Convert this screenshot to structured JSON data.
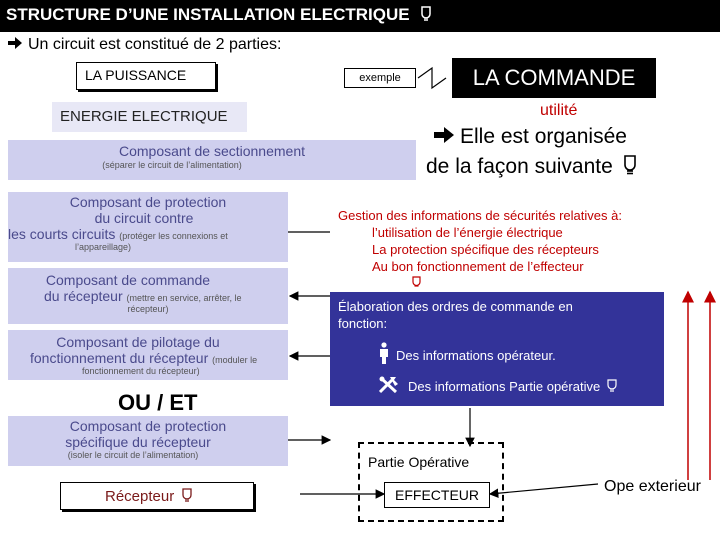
{
  "header": {
    "title": "STRUCTURE D’UNE INSTALLATION ELECTRIQUE",
    "bulb": "bulb-icon"
  },
  "intro": {
    "text": "Un circuit est constitué de 2 parties:"
  },
  "puissance": {
    "title": "LA PUISSANCE",
    "energie": "ENERGIE ELECTRIQUE",
    "sectionnement": {
      "title": "Composant de sectionnement",
      "note": "(séparer le circuit de l’alimentation)"
    },
    "protection_circuit": {
      "line1": "Composant de protection",
      "line2": "du circuit contre",
      "line3": "les courts circuits",
      "note1": "(protéger les connexions et",
      "note2": "l’appareillage)"
    },
    "commande": {
      "line1": "Composant de commande",
      "line2": "du récepteur",
      "note1": "(mettre en service, arrêter, le",
      "note2": "récepteur)"
    },
    "pilotage": {
      "line1": "Composant de pilotage du",
      "line2": "fonctionnement du récepteur",
      "note1": "(moduler le",
      "note2": "fonctionnement du récepteur)"
    },
    "ou_et": "OU / ET",
    "protection_recepteur": {
      "line1": "Composant de protection",
      "line2": "spécifique du récepteur",
      "note": "(isoler le circuit de l’alimentation)"
    },
    "recepteur": "Récepteur"
  },
  "commande": {
    "exemple": "exemple",
    "title": "LA COMMANDE",
    "utilite": "utilité",
    "organisee1": "Elle est organisée",
    "organisee2": "de la façon suivante",
    "gestion": {
      "line1": "Gestion des informations de sécurités relatives à:",
      "line2": "l’utilisation de l’énergie électrique",
      "line3": "La protection spécifique des récepteurs",
      "line4": "Au bon fonctionnement de l’effecteur"
    },
    "elaboration": {
      "line1": "Élaboration des ordres de commande en",
      "line2": "fonction:",
      "operateur": "Des informations opérateur.",
      "partie": "Des informations Partie opérative"
    },
    "partie_operative": "Partie Opérative",
    "effecteur": "EFFECTEUR",
    "ope_exterieur": "Ope exterieur"
  },
  "colors": {
    "gold": "#f7b500",
    "navy": "#333399",
    "lavender": "#cfcfee",
    "purple_text": "#4a4a8c"
  }
}
